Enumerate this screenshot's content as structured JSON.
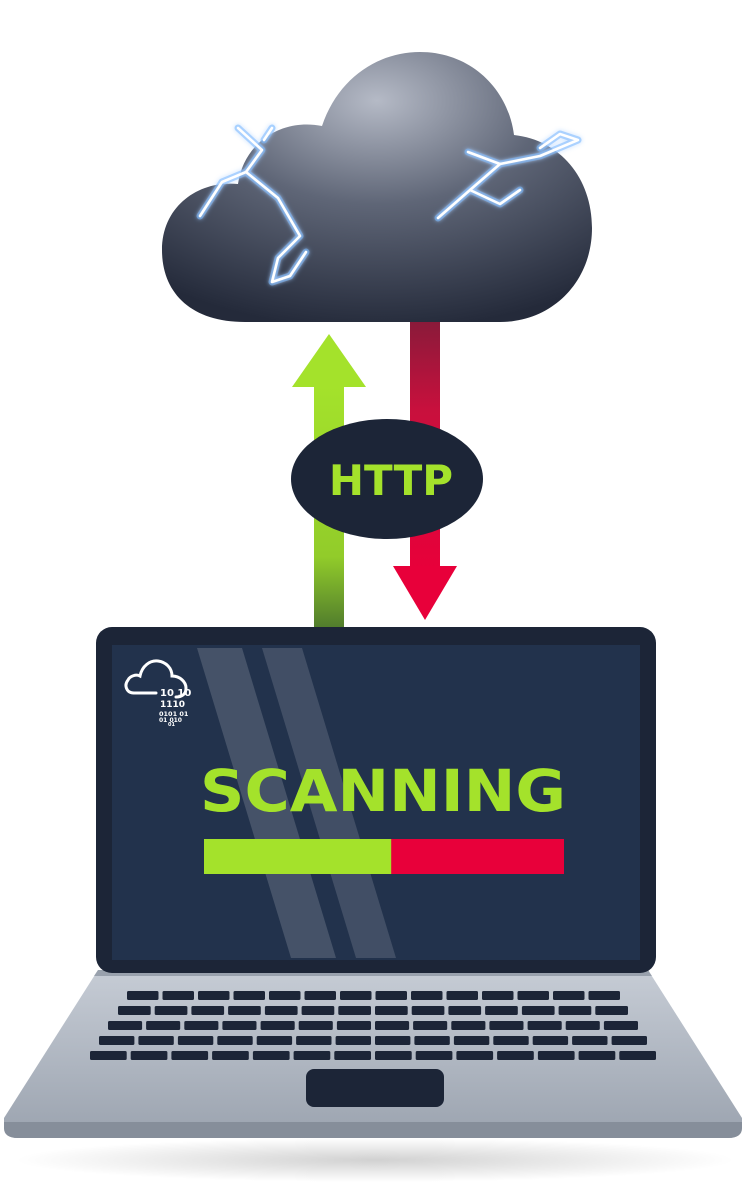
{
  "badge": {
    "label": "HTTP"
  },
  "screen": {
    "status_text": "SCANNING",
    "progress": 0.52,
    "logo_binary": [
      "10  10",
      "1110",
      "0101  01",
      "01  010",
      "01"
    ]
  },
  "colors": {
    "accent_green": "#a4e22b",
    "accent_red": "#e8003a",
    "dark_navy": "#1c2537",
    "screen_blue": "#22324c",
    "laptop_silver": "#aeb6c2"
  },
  "icons": [
    "cloud-icon",
    "lightning-icon",
    "upload-arrow-icon",
    "download-arrow-icon",
    "cloud-binary-icon",
    "keyboard-icon",
    "touchpad-icon"
  ]
}
